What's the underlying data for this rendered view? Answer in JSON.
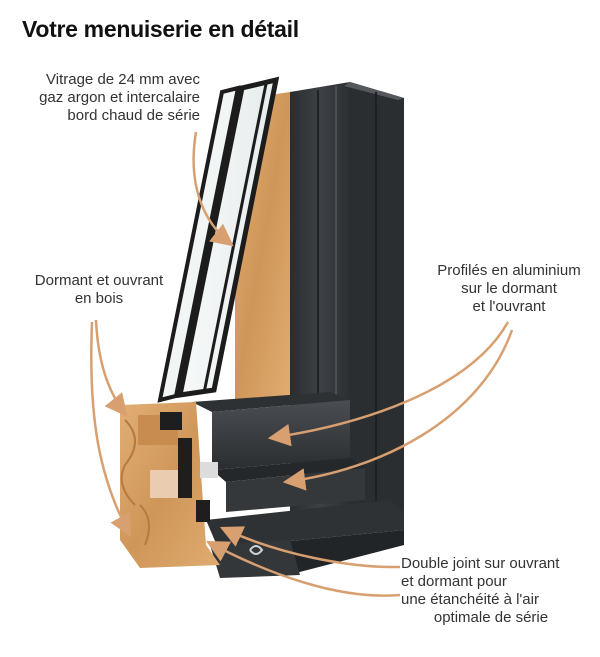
{
  "title": "Votre menuiserie en détail",
  "labels": {
    "glazing": [
      "Vitrage de 24 mm avec",
      "gaz argon et intercalaire",
      "bord chaud de série"
    ],
    "wood": [
      "Dormant et ouvrant",
      "en bois"
    ],
    "aluminium": [
      "Profilés en aluminium",
      "sur le dormant",
      "et l'ouvrant"
    ],
    "seal": [
      "Double joint sur ouvrant",
      "et dormant pour",
      "une étanchéité à l'air",
      "optimale de série"
    ]
  },
  "colors": {
    "arrow": "#d8a070",
    "aluminium": "#3a3d40",
    "wood": "#d9a46a"
  }
}
